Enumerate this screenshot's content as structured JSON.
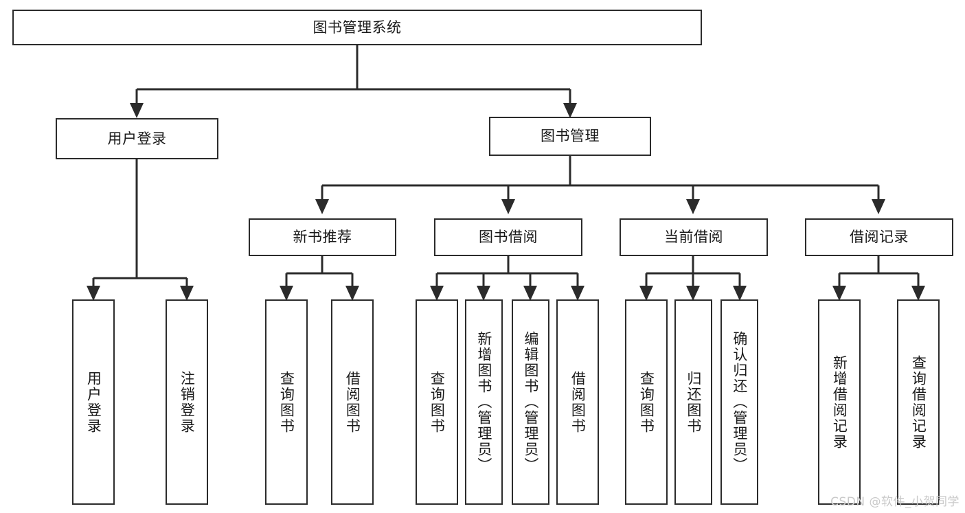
{
  "diagram": {
    "title": "图书管理系统",
    "type": "tree-hierarchy-chart",
    "colors": {
      "background": "#ffffff",
      "box_border": "#2b2b2b",
      "box_fill": "#ffffff",
      "connector": "#2b2b2b",
      "text": "#1a1a1a",
      "watermark": "#c9c9c9"
    },
    "root": {
      "label": "图书管理系统"
    },
    "level2": [
      {
        "label": "用户登录"
      },
      {
        "label": "图书管理"
      }
    ],
    "level3": [
      {
        "label": "新书推荐"
      },
      {
        "label": "图书借阅"
      },
      {
        "label": "当前借阅"
      },
      {
        "label": "借阅记录"
      }
    ],
    "leaves": {
      "user_login": [
        {
          "label": "用户登录"
        },
        {
          "label": "注销登录"
        }
      ],
      "new_book_recommend": [
        {
          "label": "查询图书"
        },
        {
          "label": "借阅图书"
        }
      ],
      "book_borrow": [
        {
          "label": "查询图书"
        },
        {
          "label": "新增图书（管理员）"
        },
        {
          "label": "编辑图书（管理员）"
        },
        {
          "label": "借阅图书"
        }
      ],
      "current_borrow": [
        {
          "label": "查询图书"
        },
        {
          "label": "归还图书"
        },
        {
          "label": "确认归还（管理员）"
        }
      ],
      "borrow_records": [
        {
          "label": "新增借阅记录"
        },
        {
          "label": "查询借阅记录"
        }
      ]
    },
    "watermark": "CSDN @软件_小贺同学"
  }
}
